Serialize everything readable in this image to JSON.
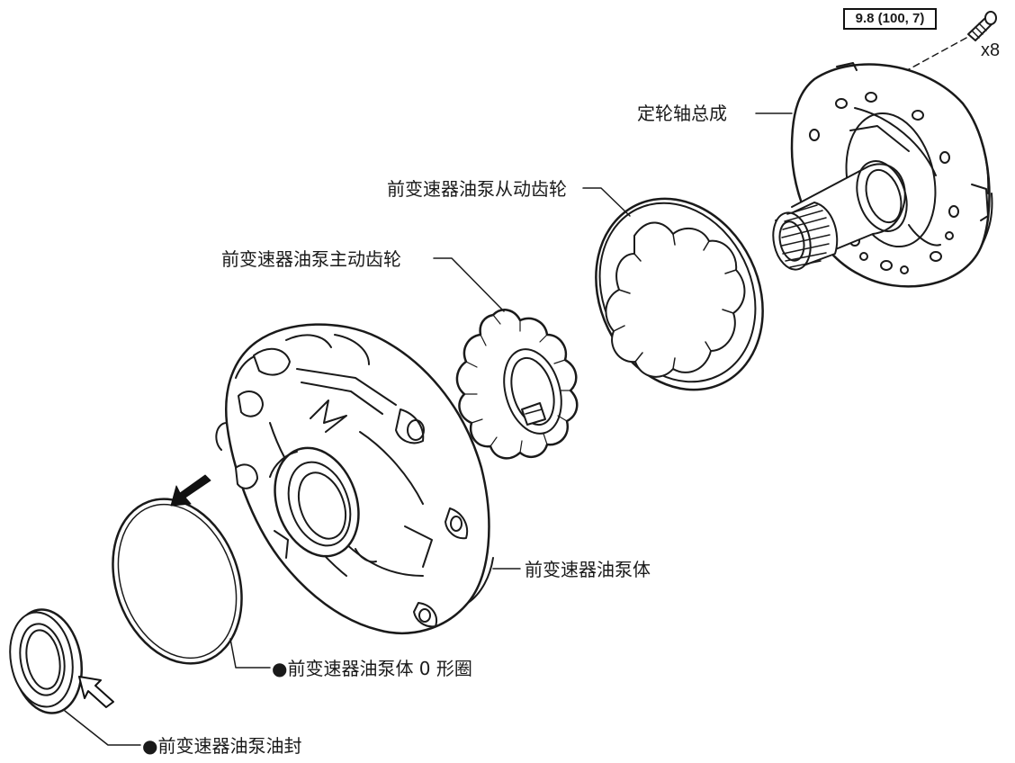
{
  "torque_spec": "9.8 (100, 7)",
  "bolt_quantity": "x8",
  "labels": {
    "stator_shaft": "定轮轴总成",
    "driven_gear": "前变速器油泵从动齿轮",
    "drive_gear": "前变速器油泵主动齿轮",
    "pump_body": "前变速器油泵体",
    "o_ring": "前变速器油泵体 0 形圈",
    "oil_seal": "前变速器油泵油封"
  },
  "marks": {
    "non_reusable": "●"
  }
}
